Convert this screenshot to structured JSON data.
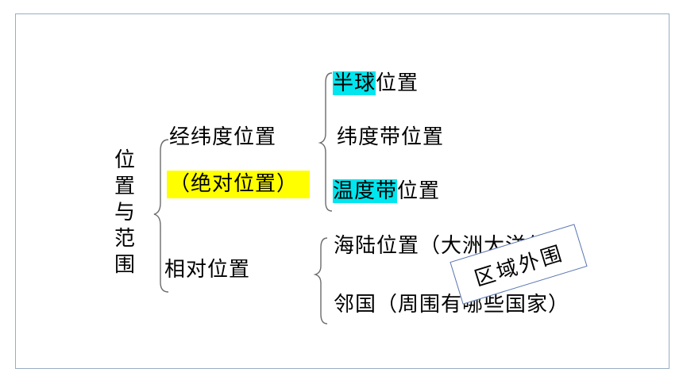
{
  "root": {
    "chars": [
      "位",
      "置",
      "与",
      "范",
      "围"
    ]
  },
  "branch_absolute": {
    "label": "经纬度位置",
    "note": "（绝对位置）",
    "items": [
      {
        "highlight": "半球",
        "rest": "位置"
      },
      {
        "highlight": "",
        "rest": "纬度带位置"
      },
      {
        "highlight": "温度带",
        "rest": "位置"
      }
    ]
  },
  "branch_relative": {
    "label": "相对位置",
    "items": [
      {
        "text": "海陆位置（大洲大洋位置）"
      },
      {
        "text": "邻国（周围有哪些国家）"
      }
    ]
  },
  "stamp": {
    "text": "区域外围"
  },
  "colors": {
    "cyan_highlight": "#00e5ee",
    "yellow_highlight": "#ffff00",
    "frame_border": "#98adc4"
  }
}
